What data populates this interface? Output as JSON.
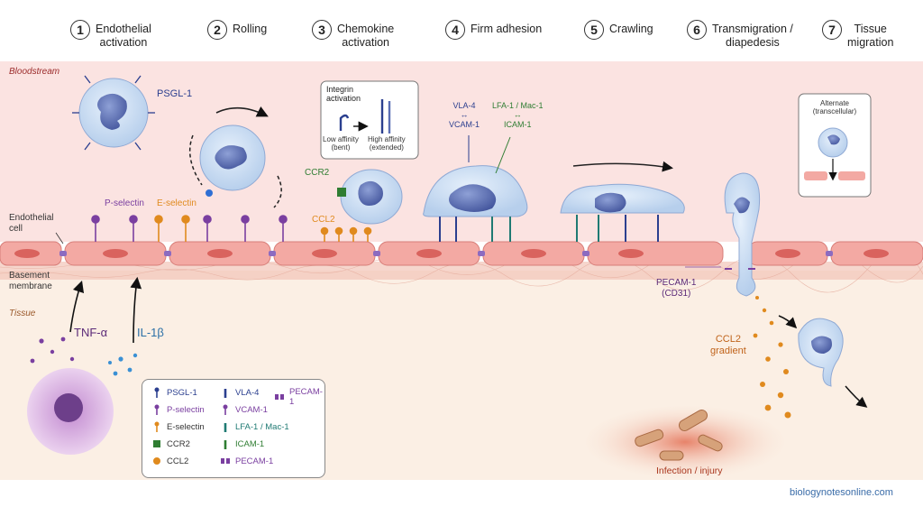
{
  "steps": [
    {
      "number": "1",
      "label": "Endothelial\nactivation"
    },
    {
      "number": "2",
      "label": "Rolling"
    },
    {
      "number": "3",
      "label": "Chemokine\nactivation"
    },
    {
      "number": "4",
      "label": "Firm adhesion"
    },
    {
      "number": "5",
      "label": "Crawling"
    },
    {
      "number": "6",
      "label": "Transmigration /\ndiapedesis"
    },
    {
      "number": "7",
      "label": "Tissue\nmigration"
    }
  ],
  "zones": {
    "bloodstream": "Bloodstream",
    "endothelial_cell": "Endothelial\ncell",
    "basement_membrane": "Basement\nmembrane",
    "tissue": "Tissue"
  },
  "labels": {
    "psgl1": "PSGL-1",
    "p_selectin": "P-selectin",
    "e_selectin": "E-selectin",
    "ccr2": "CCR2",
    "ccl2": "CCL2",
    "tnf": "TNF-α",
    "il1b": "IL-1β",
    "vla4_vcam": "VLA-4\n↔\nVCAM-1",
    "lfa_icam": "LFA-1 / Mac-1\n↔\nICAM-1",
    "pecam": "PECAM-1\n(CD31)",
    "ccl2_gradient": "CCL2\ngradient",
    "infection": "Infection / injury",
    "source": "biologynotesonline.com"
  },
  "integrin_box": {
    "title": "Integrin\nactivation",
    "low": "Low affinity\n(bent)",
    "high": "High affinity\n(extended)"
  },
  "alternate_box": {
    "title": "Alternate\n(transcellular)"
  },
  "legend": [
    {
      "label": "PSGL-1",
      "color": "#2b3f8f"
    },
    {
      "label": "P-selectin",
      "color": "#7a3fa0"
    },
    {
      "label": "E-selectin",
      "color": "#e08a1e"
    },
    {
      "label": "CCR2",
      "color": "#2f7d32"
    },
    {
      "label": "CCL2",
      "color": "#e08a1e"
    },
    {
      "label": "VLA-4",
      "color": "#2b3f8f"
    },
    {
      "label": "VCAM-1",
      "color": "#7a3fa0"
    },
    {
      "label": "LFA-1 / Mac-1",
      "color": "#1f7a73"
    },
    {
      "label": "ICAM-1",
      "color": "#2f7d32"
    },
    {
      "label": "PECAM-1",
      "color": "#7a3fa0"
    },
    {
      "label": "PECAM-1",
      "color": "#7a3fa0"
    }
  ],
  "colors": {
    "blood": "#fbe3e1",
    "endothelium": "#f3a9a3",
    "tissue": "#fbefe4",
    "leukocyte": "#c9dcf2",
    "nucleus": "#5b6fb4",
    "macrophage": "#d9b4e0"
  }
}
